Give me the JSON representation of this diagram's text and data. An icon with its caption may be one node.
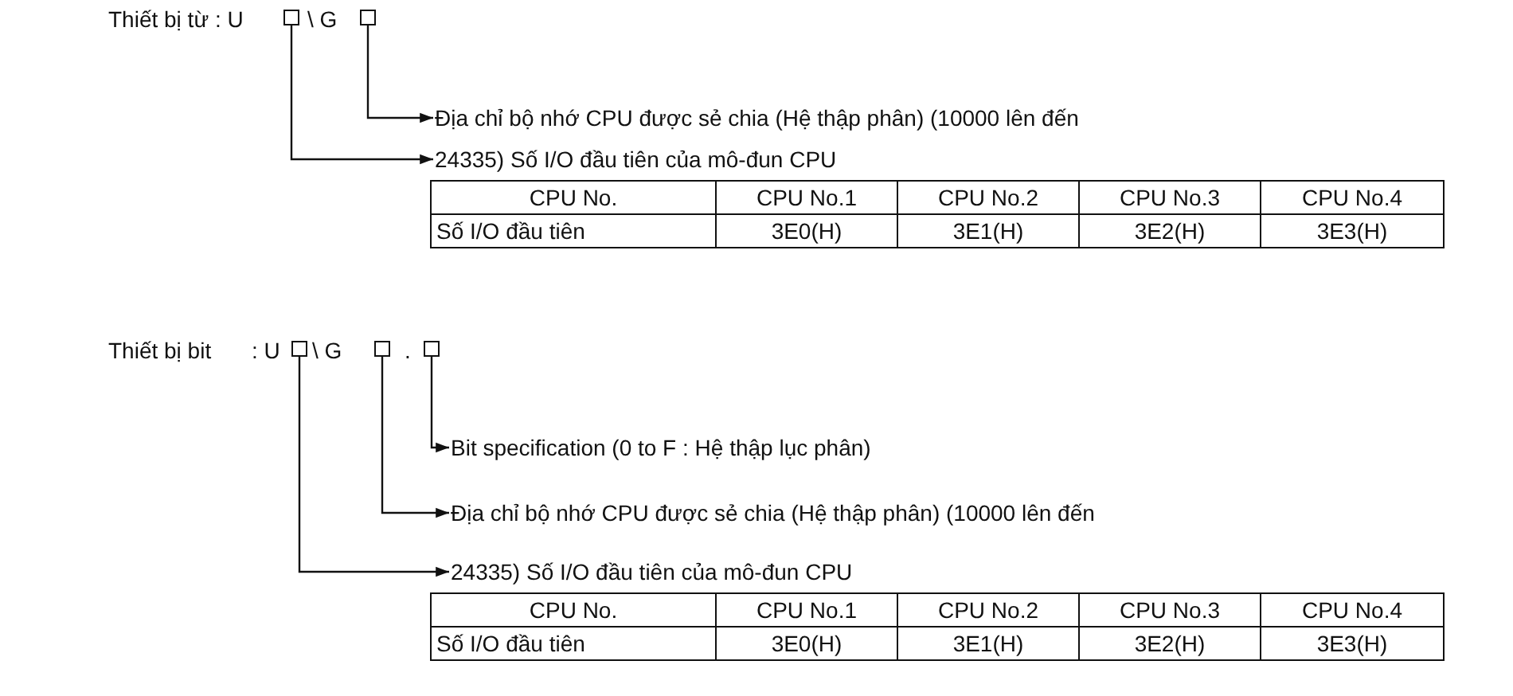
{
  "diagram": {
    "nodes": [
      {
        "text": [],
        "shape": "box"
      },
      {
        "text": [],
        "shape": "box"
      },
      {
        "text": [
          "Địa chỉ bộ nhớ CPU được sẻ chia (Hệ thập phân) (10000 lên đến"
        ]
      },
      {
        "text": [
          "24335) Số I/O đầu tiên của mô-đun CPU"
        ]
      },
      {
        "text": [],
        "shape": "box"
      },
      {
        "text": [],
        "shape": "box"
      },
      {
        "text": [],
        "shape": "box"
      },
      {
        "text": [
          "Bit specification (0 to F : Hệ thập lục phân)"
        ]
      },
      {
        "text": [
          "Địa chỉ bộ nhớ CPU được sẻ chia (Hệ thập phân) (10000 lên đến"
        ]
      },
      {
        "text": [
          "24335) Số I/O đầu tiên của mô-đun CPU"
        ]
      }
    ],
    "edges": [
      {
        "from": 1,
        "to": 2,
        "arrow": "to"
      },
      {
        "from": 0,
        "to": 3,
        "arrow": "to"
      },
      {
        "from": 6,
        "to": 7,
        "arrow": "to"
      },
      {
        "from": 5,
        "to": 8,
        "arrow": "to"
      },
      {
        "from": 4,
        "to": 9,
        "arrow": "to"
      }
    ],
    "labels": [
      "Thiết bị từ : U",
      "\\ G",
      "CPU No.",
      "CPU No.1",
      "CPU No.2",
      "CPU No.3",
      "CPU No.4",
      "Số I/O đầu tiên",
      "3E0(H)",
      "3E1(H)",
      "3E2(H)",
      "3E3(H)",
      "Thiết bị bit",
      ": U",
      "\\ G",
      ".",
      "CPU No.",
      "CPU No.1",
      "CPU No.2",
      "CPU No.3",
      "CPU No.4",
      "Số I/O đầu tiên",
      "3E0(H)",
      "3E1(H)",
      "3E2(H)",
      "3E3(H)"
    ]
  }
}
